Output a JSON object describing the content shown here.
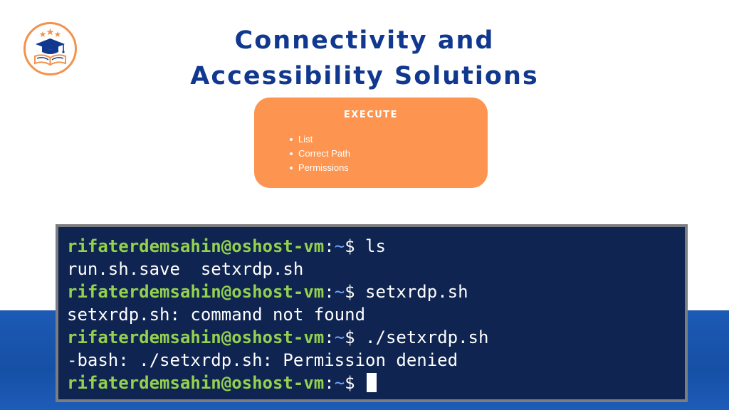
{
  "slide": {
    "title_line1": "Connectivity and",
    "title_line2": "Accessibility Solutions"
  },
  "logo": {
    "icon": "graduation-cap-book-icon",
    "accent": "#f4924a",
    "primary": "#10388f"
  },
  "execute": {
    "heading": "EXECUTE",
    "items": [
      "List",
      "Correct Path",
      "Permissions"
    ]
  },
  "terminal": {
    "lines": [
      {
        "user": "rifaterdemsahin@oshost-vm",
        "colon": ":",
        "path": "~",
        "dollar": "$ ",
        "command": "ls"
      },
      {
        "output": "run.sh.save  setxrdp.sh"
      },
      {
        "user": "rifaterdemsahin@oshost-vm",
        "colon": ":",
        "path": "~",
        "dollar": "$ ",
        "command": "setxrdp.sh"
      },
      {
        "output": "setxrdp.sh: command not found"
      },
      {
        "user": "rifaterdemsahin@oshost-vm",
        "colon": ":",
        "path": "~",
        "dollar": "$ ",
        "command": "./setxrdp.sh"
      },
      {
        "output": "-bash: ./setxrdp.sh: Permission denied"
      },
      {
        "user": "rifaterdemsahin@oshost-vm",
        "colon": ":",
        "path": "~",
        "dollar": "$ ",
        "command": ""
      }
    ]
  },
  "colors": {
    "title": "#10388f",
    "card": "#fd9550",
    "terminal_bg": "#0f2450",
    "prompt_user": "#93d14e",
    "prompt_path": "#6ea6ff",
    "band": "#1c5ab5"
  }
}
